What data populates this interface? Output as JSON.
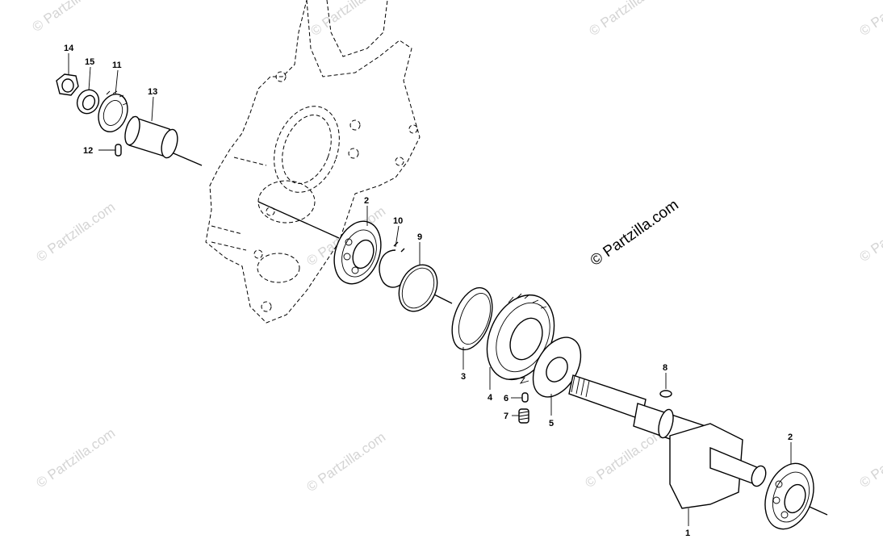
{
  "watermark_text": "© Partzilla.com",
  "credit_text": "© Partzilla.com",
  "callouts": {
    "c1": "1",
    "c2a": "2",
    "c2b": "2",
    "c3": "3",
    "c4": "4",
    "c5": "5",
    "c6": "6",
    "c7": "7",
    "c8": "8",
    "c9": "9",
    "c10": "10",
    "c11": "11",
    "c12": "12",
    "c13": "13",
    "c14": "14",
    "c15": "15"
  },
  "colors": {
    "line": "#000000",
    "watermark": "#d4d4d4",
    "background": "#ffffff"
  }
}
